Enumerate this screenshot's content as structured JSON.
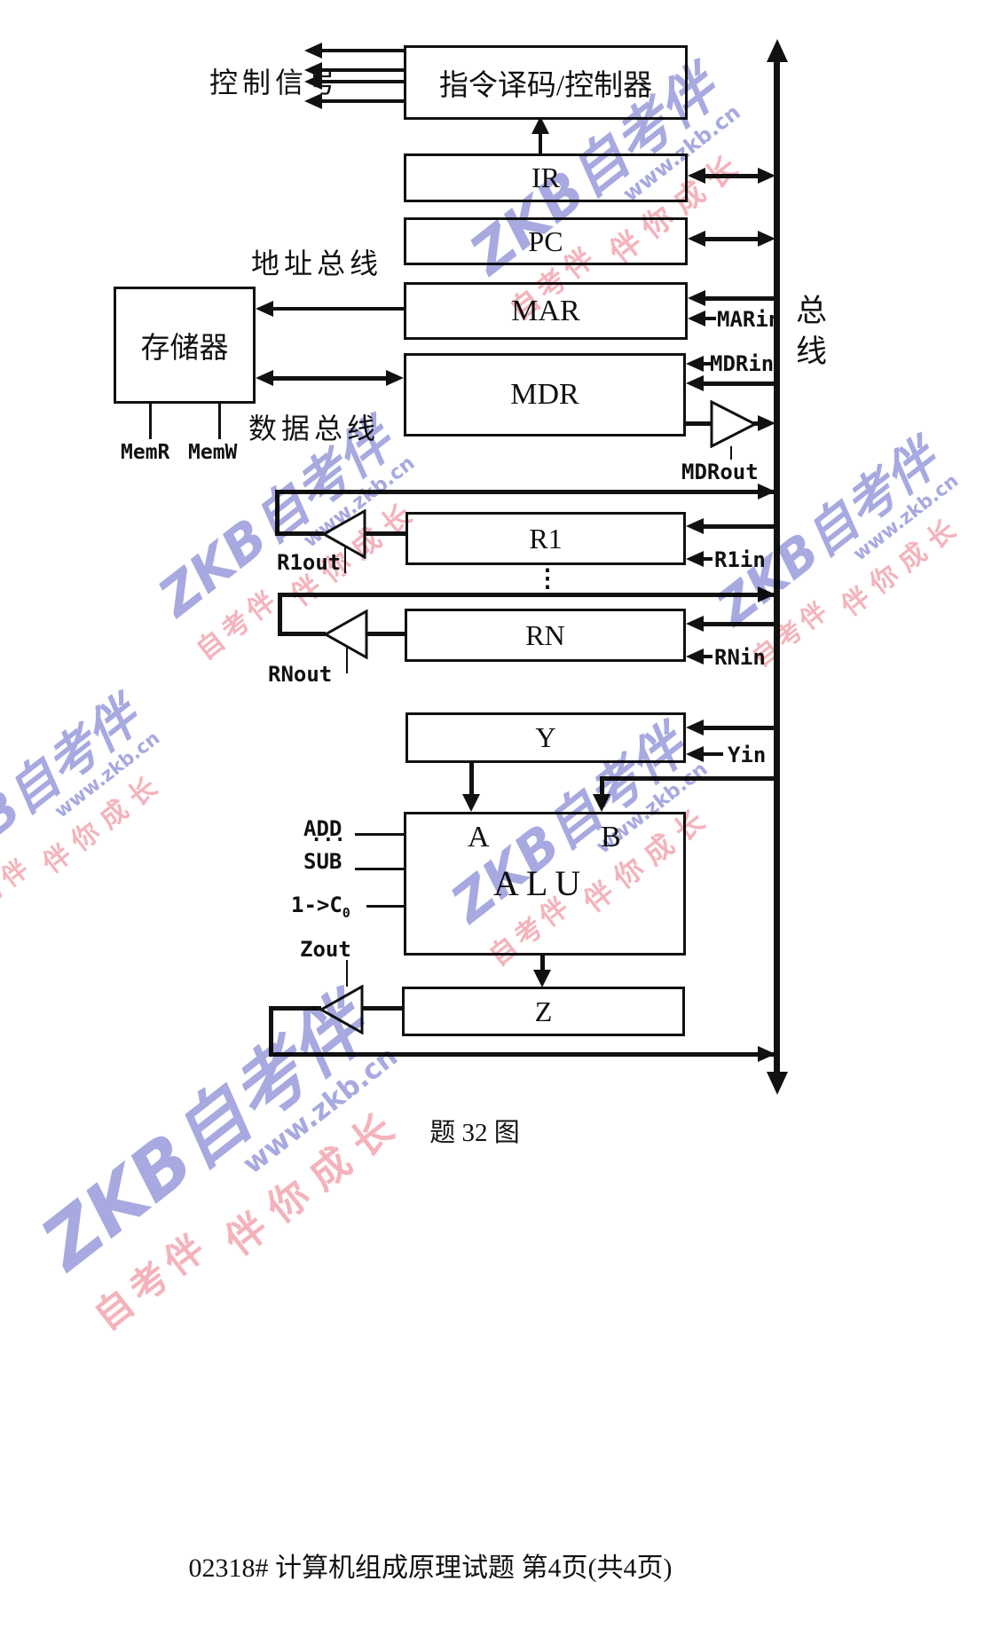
{
  "boxes": {
    "decoder": "指令译码/控制器",
    "ir": "IR",
    "pc": "PC",
    "mar": "MAR",
    "mdr": "MDR",
    "memory": "存储器",
    "r1": "R1",
    "rn": "RN",
    "y": "Y",
    "alu": "ALU",
    "alu_a": "A",
    "alu_b": "B",
    "z": "Z"
  },
  "labels": {
    "control_signal": "控制信号",
    "address_bus": "地址总线",
    "data_bus": "数据总线",
    "bus": "总线",
    "mem_r": "MemR",
    "mem_w": "MemW",
    "mar_in": "MARin",
    "mdr_in": "MDRin",
    "mdr_out": "MDRout",
    "r1_out": "R1out",
    "r1_in": "R1in",
    "rn_out": "RNout",
    "rn_in": "RNin",
    "y_in": "Yin",
    "z_out": "Zout",
    "register_dots": "⋮"
  },
  "alu_controls": {
    "add": "ADD",
    "dots": "...",
    "sub": "SUB",
    "carry_main": "1->C",
    "carry_sub": "0"
  },
  "caption": "题 32 图",
  "footer": "02318# 计算机组成原理试题 第4页(共4页)",
  "watermark": {
    "brand": "ZKB自考伴",
    "url": "www.zkb.cn",
    "slogan": "伴你成长",
    "brand_short": "自考伴"
  },
  "colors": {
    "ink": "#111111",
    "paper": "#ffffff",
    "watermark_blue": "#9193d8",
    "watermark_pink": "#f2a0aa"
  }
}
